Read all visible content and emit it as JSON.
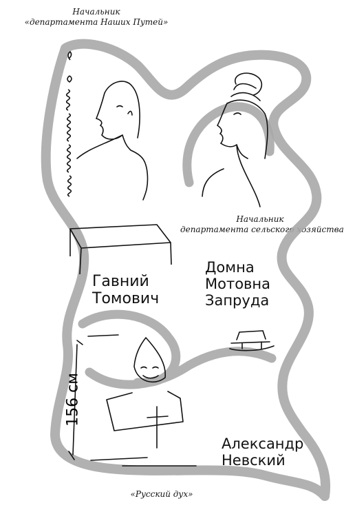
{
  "captions": {
    "top_line1": "Начальник",
    "top_line2": "«департамента Наших Путей»",
    "middle_line1": "Начальник",
    "middle_line2": "департамента сельского хозяйства",
    "bottom": "«Русский дух»"
  },
  "handwritten": {
    "gavniy_line1": "Гавний",
    "gavniy_line2": "Томович",
    "domna_line1": "Домна",
    "domna_line2": "Мотовна",
    "domna_line3": "Запруда",
    "alexander_line1": "Александр",
    "alexander_line2": "Невский",
    "measurement": "156 см"
  },
  "colors": {
    "ink": "#111111",
    "smudge": "#a9a9a9"
  }
}
